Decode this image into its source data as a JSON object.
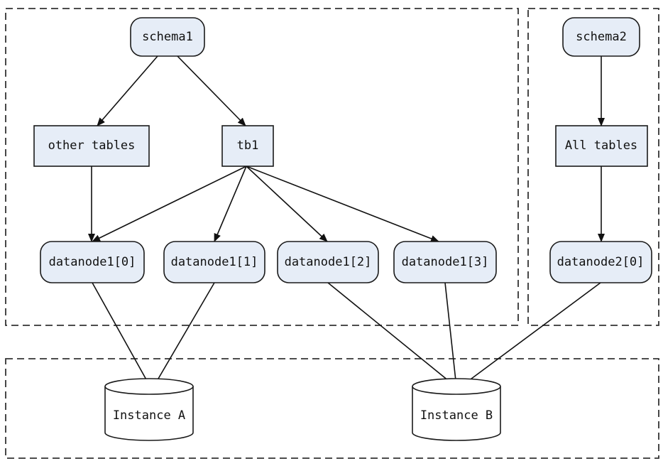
{
  "groups": {
    "schema1_region": "",
    "schema2_region": "",
    "instances_region": ""
  },
  "nodes": {
    "schema1": "schema1",
    "other_tables": "other tables",
    "tb1": "tb1",
    "datanode1_0": "datanode1[0]",
    "datanode1_1": "datanode1[1]",
    "datanode1_2": "datanode1[2]",
    "datanode1_3": "datanode1[3]",
    "schema2": "schema2",
    "all_tables": "All tables",
    "datanode2_0": "datanode2[0]",
    "instance_a": "Instance A",
    "instance_b": "Instance B"
  },
  "edges": [
    {
      "from": "schema1",
      "to": "other_tables"
    },
    {
      "from": "schema1",
      "to": "tb1"
    },
    {
      "from": "other_tables",
      "to": "datanode1_0"
    },
    {
      "from": "tb1",
      "to": "datanode1_0"
    },
    {
      "from": "tb1",
      "to": "datanode1_1"
    },
    {
      "from": "tb1",
      "to": "datanode1_2"
    },
    {
      "from": "tb1",
      "to": "datanode1_3"
    },
    {
      "from": "schema2",
      "to": "all_tables"
    },
    {
      "from": "all_tables",
      "to": "datanode2_0"
    },
    {
      "from": "datanode1_0",
      "to": "instance_a"
    },
    {
      "from": "datanode1_1",
      "to": "instance_a"
    },
    {
      "from": "datanode1_2",
      "to": "instance_b"
    },
    {
      "from": "datanode1_3",
      "to": "instance_b"
    },
    {
      "from": "datanode2_0",
      "to": "instance_b"
    }
  ],
  "colors": {
    "node_fill": "#e6edf7",
    "stroke": "#1a1a1a"
  }
}
